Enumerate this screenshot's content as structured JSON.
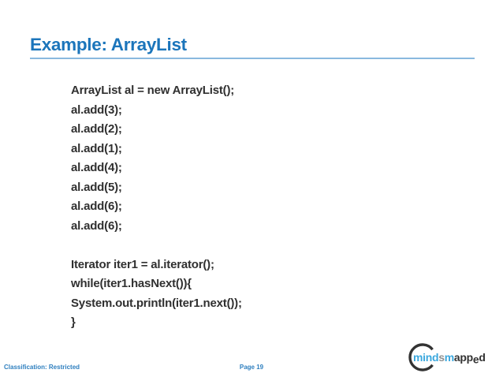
{
  "slide": {
    "title": "Example: ArrayList",
    "code_lines": [
      "ArrayList al = new ArrayList();",
      "al.add(3);",
      "al.add(2);",
      "al.add(1);",
      "al.add(4);",
      "al.add(5);",
      "al.add(6);",
      "al.add(6);",
      "",
      "Iterator iter1 = al.iterator();",
      "while(iter1.hasNext()){",
      "System.out.println(iter1.next());",
      "}"
    ]
  },
  "footer": {
    "classification": "Classification: Restricted",
    "page": "Page 19"
  },
  "logo": {
    "segments": [
      {
        "text": "mind",
        "color": "#3BA8DE",
        "drop": false
      },
      {
        "text": "s",
        "color": "#8E9090",
        "drop": false
      },
      {
        "text": "m",
        "color": "#3BA8DE",
        "drop": false
      },
      {
        "text": "app",
        "color": "#323232",
        "drop": false
      },
      {
        "text": "e",
        "color": "#323232",
        "drop": true
      },
      {
        "text": "d",
        "color": "#323232",
        "drop": false
      }
    ]
  },
  "colors": {
    "title": "#1B75BB",
    "rule": "#8AB9DF",
    "code": "#303030",
    "footer": "#2E7FBF",
    "logo_ring": "#333333"
  }
}
